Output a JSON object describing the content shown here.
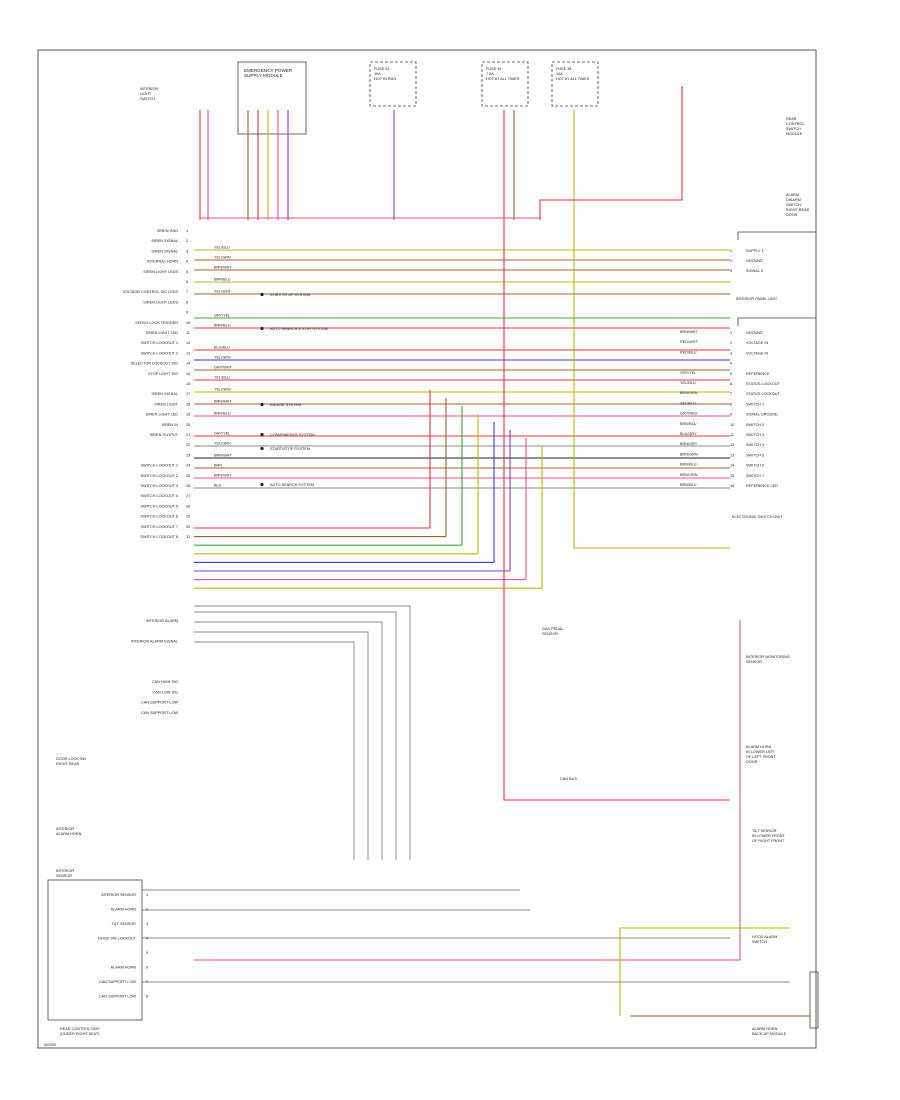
{
  "footer": {
    "code": "W0000"
  },
  "top_components": [
    {
      "id": "fuse_a",
      "label": "FUSE 14\n10A\nHOT IN RUN"
    },
    {
      "id": "fuse_b",
      "label": "FUSE 15\n7.5A\nHOT AT ALL TIMES"
    },
    {
      "id": "fuse_c",
      "label": "FUSE 38\n10A\nHOT AT ALL TIMES"
    },
    {
      "id": "emergency_module",
      "label": "EMERGENCY POWER\nSUPPLY MODULE"
    },
    {
      "id": "interior_light",
      "label": "INTERIOR\nLIGHT\nSWITCH"
    }
  ],
  "left_pins": [
    "SIREN GND",
    "SIREN SIGNAL",
    "SIREN SIGNAL",
    "INTERNAL HORN",
    "SIREN LIGHT LEDS",
    "",
    "VOLTAGE CONTROL SIG LEDS",
    "SIREN LIGHT LEDS",
    "",
    "SERVO LOCK TRIGGER",
    "SIREN LIGHT LED",
    "SWITCH LOCKOUT 1",
    "SWITCH LOCKOUT 2",
    "SELECTOR LOCKOUT SIG",
    "STOP LIGHT SIG",
    "",
    "SIREN SIGNAL",
    "SIREN LIGHT",
    "SIREN LIGHT LED",
    "SIREN IN",
    "SIREN OUTPUT",
    "",
    "",
    "SWITCH LOCKOUT 1",
    "SWITCH LOCKOUT 2",
    "SWITCH LOCKOUT 3",
    "SWITCH LOCKOUT 4",
    "SWITCH LOCKOUT 5",
    "SWITCH LOCKOUT 6",
    "SWITCH LOCKOUT 7",
    "SWITCH LOCKOUT 8"
  ],
  "left_pins_lower": [
    "INTERIOR ALARM",
    "",
    "INTERIOR ALARM SIGNAL",
    "",
    "",
    "",
    "CAN HIGH SIG",
    "CAN LOW SIG",
    "CAN SUPPORT LOW",
    "CAN SUPPORT LOW"
  ],
  "wire_labels": [
    "YEL/BLU",
    "YEL/GRN",
    "BRN/WHT",
    "BRN/BLU",
    "YEL/WHT",
    "GRY/YEL",
    "BRN/BLU",
    "BLU/BLU",
    "YEL/GRN",
    "GRY/WHT",
    "YEL/BLU",
    "YEL/GRN",
    "BRN/WHT",
    "BRN/BLU",
    "GRY/YEL",
    "YEL/GRN",
    "BRN/WHT",
    "BRN",
    "BRN/WHT",
    "BLU"
  ],
  "module_notes": [
    "START/STOP SYSTEM",
    "AUTO SEARCH & STAY SYSTEM",
    "ENGINE SYSTEM",
    "CONVENIENCE SYSTEM",
    "START/STOP SYSTEM",
    "AUTO SEARCH SYSTEM"
  ],
  "right_connector_1": {
    "label": "INTERIOR PANEL UNIT",
    "pins": [
      "SUPPLY 1",
      "GROUND",
      "SIGNAL 3"
    ]
  },
  "right_connector_2": {
    "label": "ELECTRONIC SWITCH UNIT",
    "pins": [
      "GROUND",
      "VOLTAGE IN",
      "VOLTAGE IN",
      "",
      "REFERENCE",
      "STATUS LOCKOUT",
      "STATUS LOCKOUT",
      "SWITCH 1",
      "SIGNAL GROUND",
      "SWITCH 2",
      "SWITCH 3",
      "SWITCH 4",
      "SWITCH 5",
      "SWITCH 6",
      "SWITCH 7",
      "REFERENCE LED"
    ]
  },
  "right_wires_2": [
    "BRN/WHT",
    "RED/WHT",
    "RED/BLU",
    "",
    "GRY/YEL",
    "YEL/BLU",
    "BRN/GRN",
    "YEL/BLU",
    "GRY/RED",
    "BRN/BLU",
    "BLU/GRY",
    "BRN/GRY",
    "BRN/GRN",
    "BRN/BLU",
    "BRN/GRN",
    "BRN/BLU"
  ],
  "right_components": [
    {
      "label": "REAR\nCONTROL\nSWITCH\nMODULE"
    },
    {
      "label": "ALARM\nDISARM\nSWITCH\nRIGHT REAR\nDOOR"
    },
    {
      "label": "INTERIOR MONITORING\nSENSOR"
    },
    {
      "label": "ALARM HORN\nIN LOWER LEFT\nOF LEFT FRONT\nDOOR"
    },
    {
      "label": "TILT SENSOR\nIN LOWER FRONT\nOF RIGHT FRONT"
    },
    {
      "label": "HOOD ALARM\nSWITCH"
    },
    {
      "label": "ALARM HORN\nBACK-UP MODULE"
    }
  ],
  "bottom_box": {
    "label": "REAR CONTROL UNIT\n(UNDER RIGHT SEAT)",
    "pins": [
      "INTERIOR SENSOR",
      "ALARM HORN",
      "TILT SENSOR",
      "HOOD SW LOCKOUT",
      "",
      "ALARM HORN",
      "CAN SUPPORT LOW",
      "CAN SUPPORT LOW"
    ]
  },
  "misc_labels": [
    "DOOR LOCK SW\nRIGHT REAR",
    "INTERIOR\nALARM HORN",
    "INTERIOR\nSENSOR",
    "CAN BUS",
    "GAS PEDAL\nSENSOR"
  ],
  "colors": {
    "red": "#e8303a",
    "pink": "#f04a9a",
    "brown": "#a0622a",
    "yellow": "#c9b400",
    "green": "#39a839",
    "blue": "#3a3ad8",
    "violet": "#8a3ad8",
    "gray": "#888888",
    "black": "#222222"
  }
}
